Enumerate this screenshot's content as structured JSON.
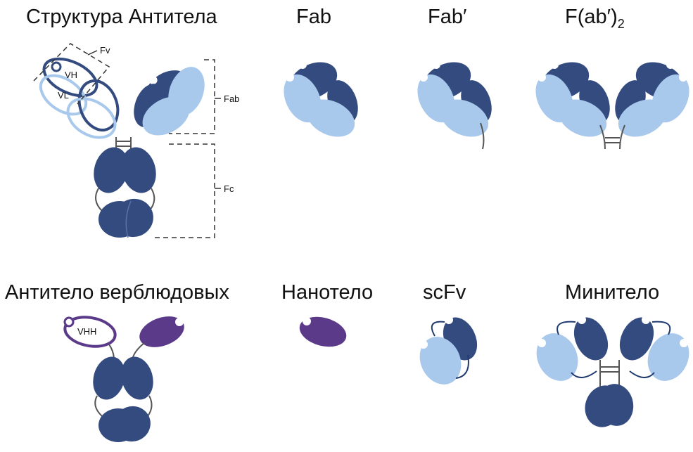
{
  "titles": {
    "antibody": "Структура Антитела",
    "fab": "Fab",
    "fab_prime": "Fab′",
    "fab2_main": "F(ab′)",
    "fab2_sub": "2",
    "camelid": "Антитело верблюдовых",
    "nanobody": "Нанотело",
    "scfv": "scFv",
    "minibody": "Минитело"
  },
  "labels": {
    "fv": "Fv",
    "vh": "VH",
    "vl": "VL",
    "fab": "Fab",
    "fc": "Fc",
    "vhh": "VHH"
  },
  "colors": {
    "heavy": "#344b80",
    "light": "#a9c9ec",
    "nanobody": "#5b3a8a",
    "linker": "#555555",
    "scfv_linker": "#1f3a70",
    "bracket": "#333333"
  }
}
